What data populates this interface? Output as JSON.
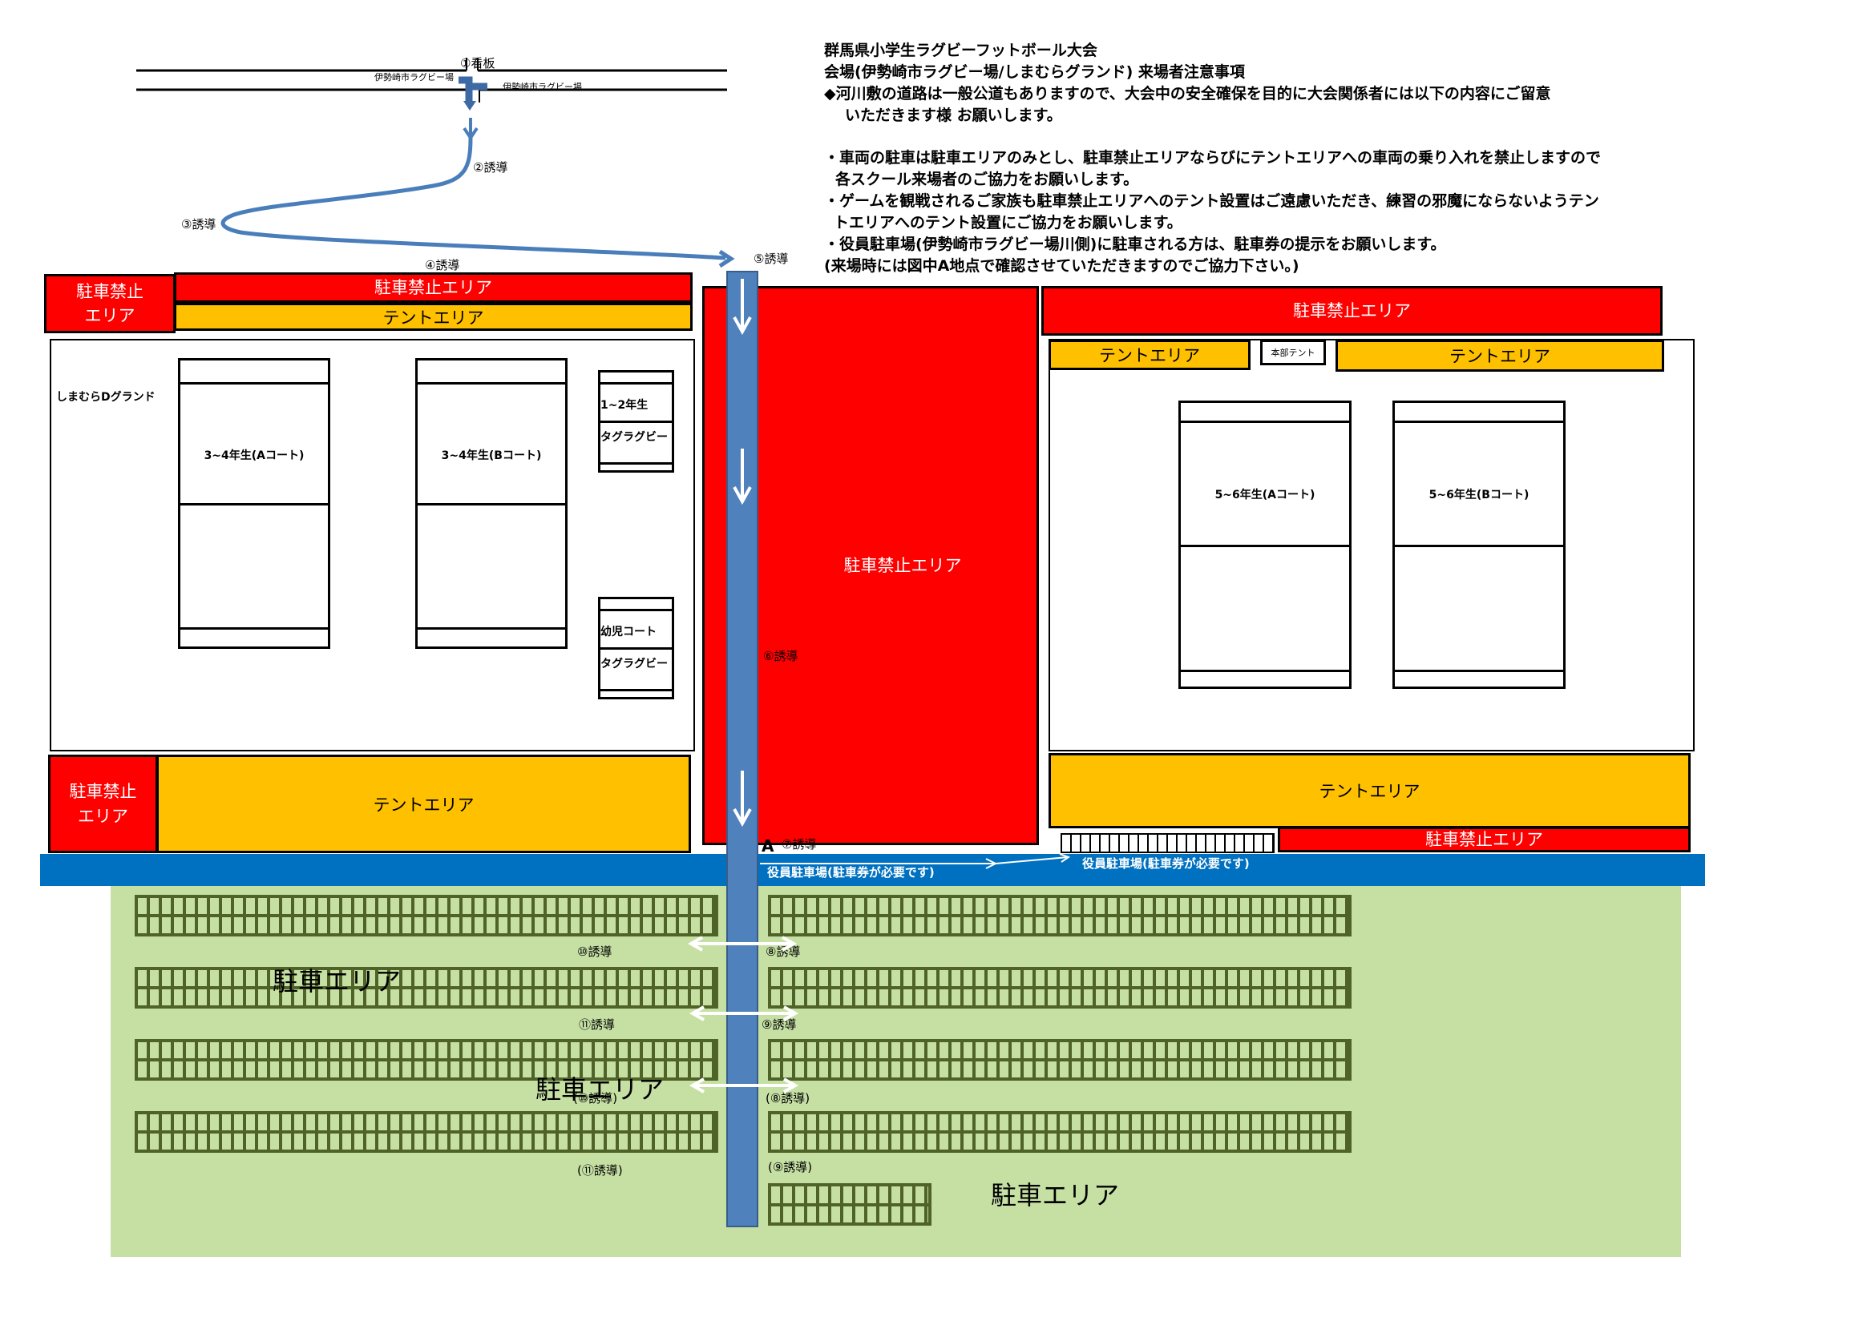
{
  "notice": {
    "title": "群馬県小学生ラグビーフットボール大会",
    "venue": "会場(伊勢崎市ラグビー場/しまむらグランド) 来場者注意事項",
    "lead_1": "◆河川敷の道路は一般公道もありますので、大会中の安全確保を目的に大会関係者には以下の内容にご留意",
    "lead_2": "いただきます様 お願いします。",
    "items": [
      "・車両の駐車は駐車エリアのみとし、駐車禁止エリアならびにテントエリアへの車両の乗り入れを禁止しますので",
      "各スクール来場者のご協力をお願いします。",
      "・ゲームを観戦されるご家族も駐車禁止エリアへのテント設置はご遠慮いただき、練習の邪魔にならないようテン",
      "トエリアへのテント設置にご協力をお願いします。",
      "・役員駐車場(伊勢崎市ラグビー場川側)に駐車される方は、駐車券の提示をお願いします。",
      "(来場時には図中A地点で確認させていただきますのでご協力下さい。)"
    ]
  },
  "route": {
    "sign": "①看板",
    "sign_left": "伊勢崎市ラグビー場",
    "sign_right": "伊勢崎市ラグビー場",
    "guide2": "②誘導",
    "guide3": "③誘導",
    "guide4": "④誘導",
    "guide5": "⑤誘導",
    "guide6": "⑥誘導",
    "guide7": "⑦誘導",
    "point_a": "A"
  },
  "zones": {
    "no_parking": "駐車禁止エリア",
    "no_parking_wrap": "駐車禁止\nエリア",
    "tent": "テントエリア",
    "hq_tent": "本部テント",
    "parking": "駐車エリア",
    "official_parking": "役員駐車場(駐車券が必要です)"
  },
  "left_field": {
    "name": "しまむらDグランド",
    "court_a": "3~4年生(Aコート)",
    "court_b": "3~4年生(Bコート)",
    "small1_top": "1~2年生",
    "small1_bottom": "タグラグビー",
    "small2_top": "幼児コート",
    "small2_bottom": "タグラグビー"
  },
  "right_field": {
    "court_a": "5~6年生(Aコート)",
    "court_b": "5~6年生(Bコート)"
  },
  "parking_guides": {
    "g10": "⑩誘導",
    "g8": "⑧誘導",
    "g11": "⑪誘導",
    "g9": "⑨誘導",
    "g10p": "(⑩誘導)",
    "g8p": "(⑧誘導)",
    "g11p": "(⑪誘導)",
    "g9p": "(⑨誘導)"
  },
  "colors": {
    "red": "#ff0000",
    "yellow": "#ffc000",
    "blue": "#0070c0",
    "channel": "#4f81bd",
    "green": "#c6e0a4"
  }
}
